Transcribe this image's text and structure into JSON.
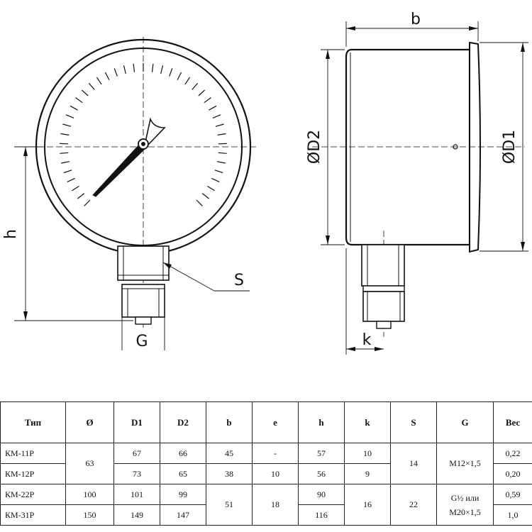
{
  "drawing": {
    "labels": {
      "h": "h",
      "S": "S",
      "G": "G",
      "b": "b",
      "k": "k",
      "D2": "ØD2",
      "D1": "ØD1"
    }
  },
  "table": {
    "headers": [
      "Тип",
      "Ø",
      "D1",
      "D2",
      "b",
      "e",
      "h",
      "k",
      "S",
      "G",
      "Вес"
    ],
    "rows": [
      {
        "type": "КМ-11Р",
        "d1": "67",
        "d2": "66",
        "h": "57",
        "k": "10",
        "weight": "0,22"
      },
      {
        "type": "КМ-12Р",
        "d1": "73",
        "d2": "65",
        "h": "56",
        "k": "9",
        "weight": "0,20"
      },
      {
        "type": "КМ-22Р",
        "d1": "101",
        "d2": "99",
        "h": "90",
        "weight": "0,59"
      },
      {
        "type": "КМ-31Р",
        "d1": "149",
        "d2": "147",
        "h": "116",
        "weight": "1,0"
      }
    ],
    "merged": {
      "dia_group1": "63",
      "dia_row3": "100",
      "dia_row4": "150",
      "b_row1": "45",
      "b_row2": "38",
      "b_group2": "51",
      "e_row1": "-",
      "e_row2": "10",
      "e_group2": "18",
      "k_group2": "16",
      "s_group1": "14",
      "s_group2": "22",
      "g_group1": "M12×1,5",
      "g_group2_line1": "G½ или",
      "g_group2_line2": "M20×1,5"
    }
  }
}
